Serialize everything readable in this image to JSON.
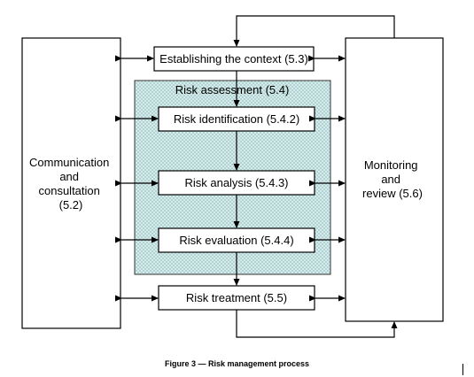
{
  "diagram": {
    "establishing": "Establishing the context (5.3)",
    "assessment": "Risk assessment (5.4)",
    "identification": "Risk identification (5.4.2)",
    "analysis": "Risk analysis (5.4.3)",
    "evaluation": "Risk evaluation (5.4.4)",
    "treatment": "Risk treatment (5.5)",
    "communication": {
      "line1": "Communication",
      "line2": "and",
      "line3": "consultation",
      "line4": "(5.2)"
    },
    "monitoring": {
      "line1": "Monitoring",
      "line2": "and",
      "line3": "review (5.6)"
    }
  },
  "caption": "Figure 3 — Risk management process",
  "colors": {
    "assessment_fill": "#cfe6e6",
    "hatch": "#8fb8b8"
  }
}
